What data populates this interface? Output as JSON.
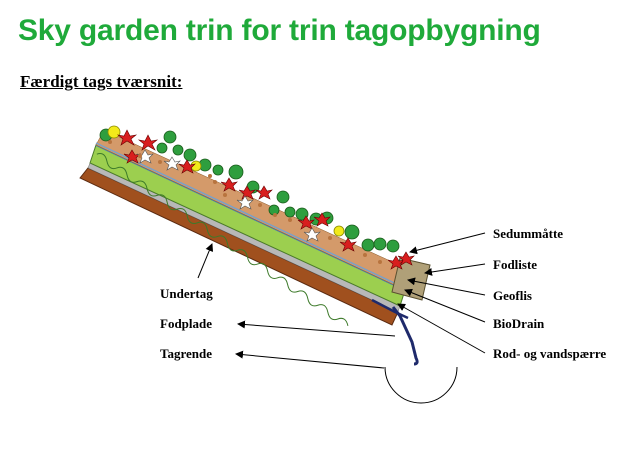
{
  "title": "Sky garden trin for trin tagopbygning",
  "subtitle": "Færdigt tags tværsnit:",
  "labels": {
    "sedummaatte": "Sedummåtte",
    "fodliste": "Fodliste",
    "geoflis": "Geoflis",
    "biodrain": "BioDrain",
    "rod_vandspaerre": "Rod- og vandspærre",
    "undertag": "Undertag",
    "fodplade": "Fodplade",
    "tagrende": "Tagrende"
  },
  "colors": {
    "title": "#1faa3a",
    "undertag": "#a0501e",
    "biodrain": "#9ccf4f",
    "substrate": "#d49a6a",
    "fodliste": "#b0a078",
    "plant_green": "#2e9e3e",
    "flower_yellow": "#f2ea1a",
    "flower_red": "#d81e1e",
    "gutter": "#1f2a6b"
  }
}
